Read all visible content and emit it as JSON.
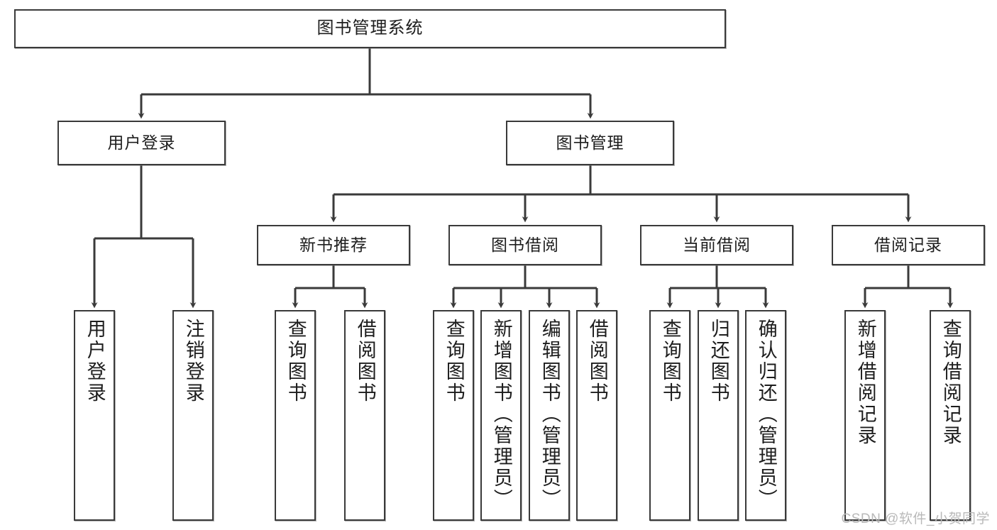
{
  "diagram": {
    "title": "图书管理系统",
    "type": "hierarchy-tree",
    "colors": {
      "node_border": "#3a3a3a",
      "node_fill": "#ffffff",
      "edge": "#3a3a3a",
      "text": "#1d1d1d",
      "watermark": "#b9b9b9"
    }
  },
  "root": {
    "id": "root",
    "label": "图书管理系统"
  },
  "level2": [
    {
      "id": "user-login",
      "label": "用户登录"
    },
    {
      "id": "book-management",
      "label": "图书管理"
    }
  ],
  "level3": [
    {
      "id": "new-book-recommend",
      "label": "新书推荐",
      "parent": "book-management"
    },
    {
      "id": "book-borrow",
      "label": "图书借阅",
      "parent": "book-management"
    },
    {
      "id": "current-borrow",
      "label": "当前借阅",
      "parent": "book-management"
    },
    {
      "id": "borrow-record",
      "label": "借阅记录",
      "parent": "book-management"
    }
  ],
  "leaves": [
    {
      "id": "leaf-user-login",
      "label": "用户登录",
      "parent": "user-login"
    },
    {
      "id": "leaf-logout",
      "label": "注销登录",
      "parent": "user-login"
    },
    {
      "id": "leaf-query-book-1",
      "label": "查询图书",
      "parent": "new-book-recommend"
    },
    {
      "id": "leaf-borrow-book-1",
      "label": "借阅图书",
      "parent": "new-book-recommend"
    },
    {
      "id": "leaf-query-book-2",
      "label": "查询图书",
      "parent": "book-borrow"
    },
    {
      "id": "leaf-add-book",
      "label": "新增图书（管理员）",
      "parent": "book-borrow"
    },
    {
      "id": "leaf-edit-book",
      "label": "编辑图书（管理员）",
      "parent": "book-borrow"
    },
    {
      "id": "leaf-borrow-book-2",
      "label": "借阅图书",
      "parent": "book-borrow"
    },
    {
      "id": "leaf-query-book-3",
      "label": "查询图书",
      "parent": "current-borrow"
    },
    {
      "id": "leaf-return-book",
      "label": "归还图书",
      "parent": "current-borrow"
    },
    {
      "id": "leaf-confirm-return",
      "label": "确认归还（管理员）",
      "parent": "current-borrow"
    },
    {
      "id": "leaf-add-record",
      "label": "新增借阅记录",
      "parent": "borrow-record"
    },
    {
      "id": "leaf-query-record",
      "label": "查询借阅记录",
      "parent": "borrow-record"
    }
  ],
  "watermark": {
    "text": "CSDN @软件_小贺同学"
  }
}
